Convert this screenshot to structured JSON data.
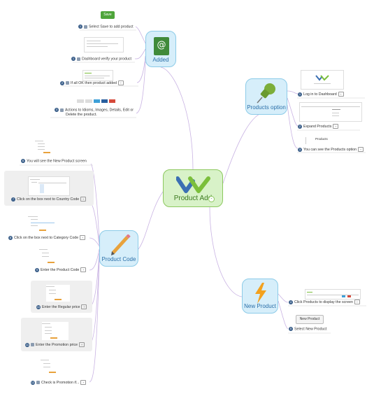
{
  "central": {
    "title": "Product Add",
    "collapse": "-"
  },
  "topics": {
    "added": {
      "title": "Added"
    },
    "products_option": {
      "title": "Products option"
    },
    "product_code": {
      "title": "Product Code"
    },
    "new_product": {
      "title": "New Product"
    }
  },
  "added": {
    "save_label": "Save",
    "items": [
      {
        "num": "1",
        "text": "Select Save to add product"
      },
      {
        "num": "1",
        "text": "Dashboard verify your product"
      },
      {
        "num": "2",
        "text": "If all OK then product added"
      },
      {
        "num": "3",
        "text": "Actions to Idioms, Images, Details, Edit or",
        "text2": "Delete the product."
      }
    ]
  },
  "products_option": {
    "items": [
      {
        "num": "1",
        "text": "Log in to Dashboard"
      },
      {
        "num": "2",
        "text": "Expand Products"
      },
      {
        "num": "3",
        "text": "You can see the Products option"
      }
    ],
    "products_button": "Products"
  },
  "product_code": {
    "items": [
      {
        "num": "6",
        "text": "You will see the New Product screen"
      },
      {
        "num": "7",
        "text": "Click on the box next to Country Code"
      },
      {
        "num": "8",
        "text": "Click on the box next to Category Code"
      },
      {
        "num": "9",
        "text": "Enter the Product Code"
      },
      {
        "num": "10",
        "text": "Enter the Regular price"
      },
      {
        "num": "11",
        "text": "Enter the Promotion price"
      },
      {
        "num": "12",
        "text": "Check is Promotion if..."
      }
    ]
  },
  "new_product": {
    "items": [
      {
        "num": "4",
        "text": "Click Products to display the screen"
      },
      {
        "num": "5",
        "text": "Select New Product"
      }
    ],
    "button_label": "New Product"
  },
  "colors": {
    "central_fill": "#d8f2c8",
    "central_border": "#8cc85e",
    "topic_fill": "#d6eefa",
    "topic_border": "#8ccbe8",
    "branch_line": "#c9b3e3",
    "label_blue": "#2a6fa8"
  }
}
